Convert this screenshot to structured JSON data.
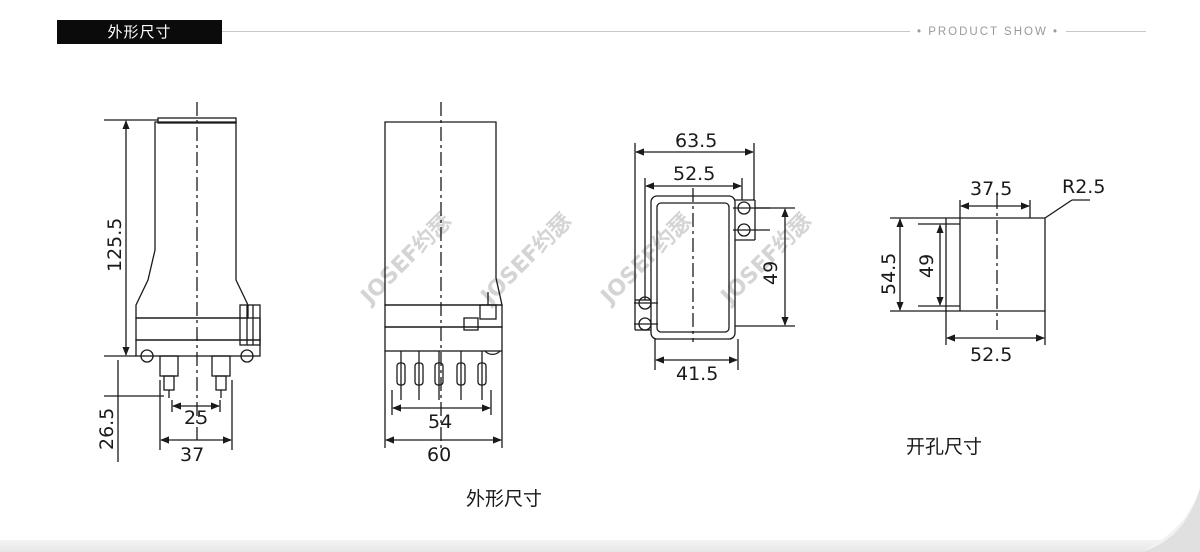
{
  "header": {
    "tab_title": "外形尺寸",
    "right_label": "PRODUCT SHOW",
    "dot": "•"
  },
  "watermark": "JOSEF约瑟",
  "dimensions": {
    "side_height": "125.5",
    "side_pin_length": "26.5",
    "side_pin_spacing": "25",
    "side_base_width": "37",
    "front_pin_span": "54",
    "front_width": "60",
    "top_outer_width": "63.5",
    "top_inner_width": "52.5",
    "top_height": "49",
    "top_bottom_width": "41.5",
    "cut_top_width": "37.5",
    "cut_radius": "R2.5",
    "cut_outer_height": "54.5",
    "cut_inner_height": "49",
    "cut_bottom_width": "52.5"
  },
  "captions": {
    "outline": "外形尺寸",
    "cutout": "开孔尺寸"
  }
}
